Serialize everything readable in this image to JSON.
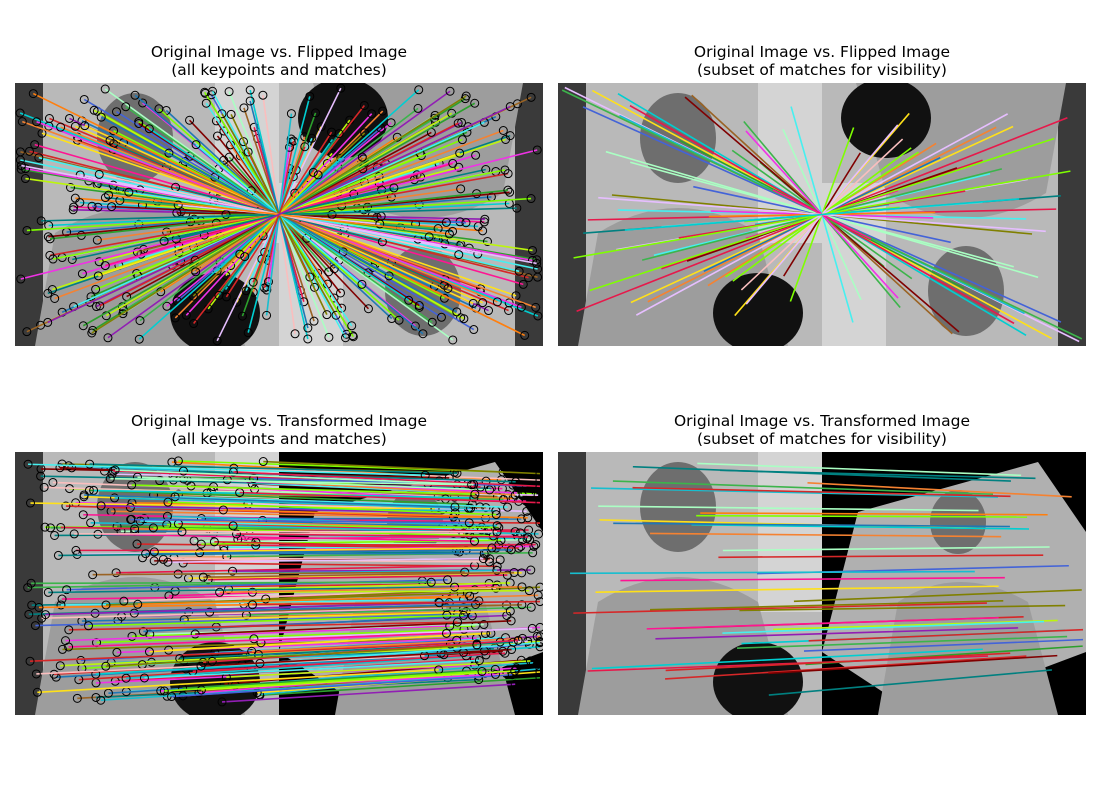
{
  "panels": [
    {
      "title_line1": "Original Image vs. Flipped Image",
      "title_line2": "(all keypoints and matches)"
    },
    {
      "title_line1": "Original Image vs. Flipped Image",
      "title_line2": "(subset of matches for visibility)"
    },
    {
      "title_line1": "Original Image vs. Transformed Image",
      "title_line2": "(all keypoints and matches)"
    },
    {
      "title_line1": "Original Image vs. Transformed Image",
      "title_line2": "(subset of matches for visibility)"
    }
  ],
  "palette": [
    "#e6194b",
    "#3cb44b",
    "#ffe119",
    "#4363d8",
    "#f58231",
    "#911eb4",
    "#46f0f0",
    "#f032e6",
    "#bcf60c",
    "#fabebe",
    "#008080",
    "#e6beff",
    "#9a6324",
    "#800000",
    "#aaffc3",
    "#808000",
    "#1f77b4",
    "#2ca02c",
    "#d62728",
    "#17becf",
    "#ff7f0e",
    "#7fff00",
    "#ff1493",
    "#00ced1"
  ]
}
